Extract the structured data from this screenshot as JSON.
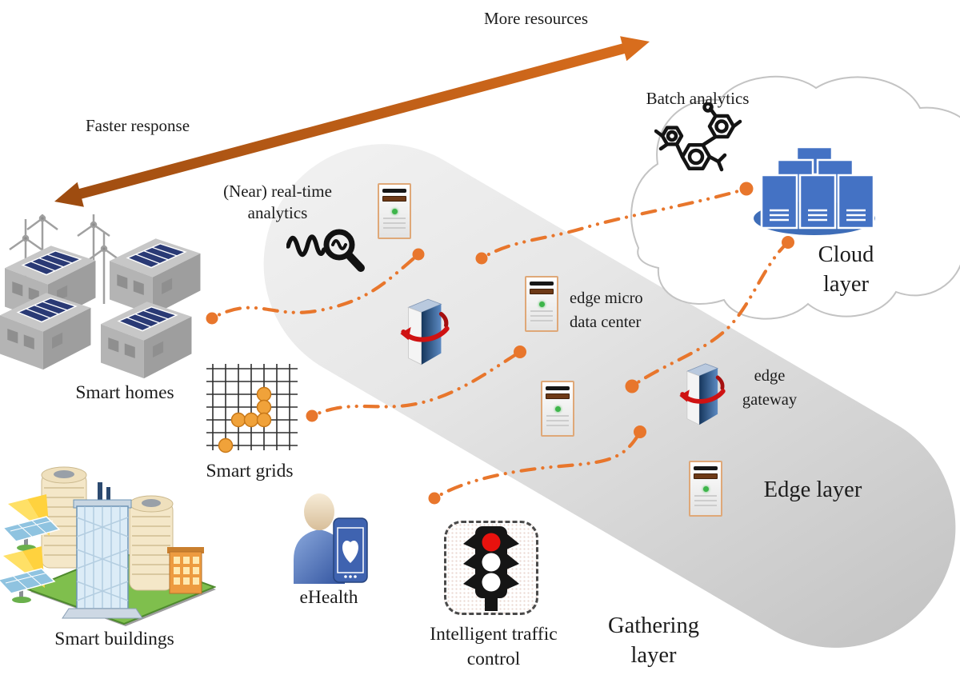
{
  "arrow": {
    "more_label": "More resources",
    "faster_label": "Faster response"
  },
  "cloud": {
    "batch_label": "Batch analytics",
    "title": "Cloud layer"
  },
  "edge": {
    "realtime_label": "(Near) real-time analytics",
    "micro_dc_label": "edge micro data center",
    "gateway_label": "edge gateway",
    "title": "Edge layer"
  },
  "gathering": {
    "title": "Gathering layer",
    "smart_homes": "Smart homes",
    "smart_grids": "Smart grids",
    "smart_buildings": "Smart buildings",
    "ehealth": "eHealth",
    "traffic": "Intelligent traffic control"
  },
  "connections": [
    {
      "from": "Smart homes",
      "to": "edge server 1"
    },
    {
      "from": "Smart grids",
      "to": "edge server 3"
    },
    {
      "from": "Intelligent traffic control",
      "to": "edge server 3"
    },
    {
      "from": "edge server 1",
      "to": "cloud data center"
    },
    {
      "from": "edge gateway",
      "to": "cloud data center"
    }
  ],
  "icons": [
    "molecule-icon",
    "cloud-datacenter-icon",
    "realtime-analytics-icon",
    "edge-server-icon",
    "edge-gateway-icon",
    "smart-homes-icon",
    "smart-grid-icon",
    "smart-buildings-icon",
    "ehealth-icon",
    "traffic-light-icon"
  ],
  "colors": {
    "arrow_dark": "#9e4c10",
    "arrow_light": "#d86d1d",
    "connector_orange": "#e8762c",
    "cloud_blue": "#4472c4",
    "capsule_gray": "#d9d9d9",
    "traffic_red": "#e8120e",
    "gateway_red": "#cf1212",
    "solar_navy": "#2a3a75",
    "grid_dot": "#f0a23a"
  }
}
